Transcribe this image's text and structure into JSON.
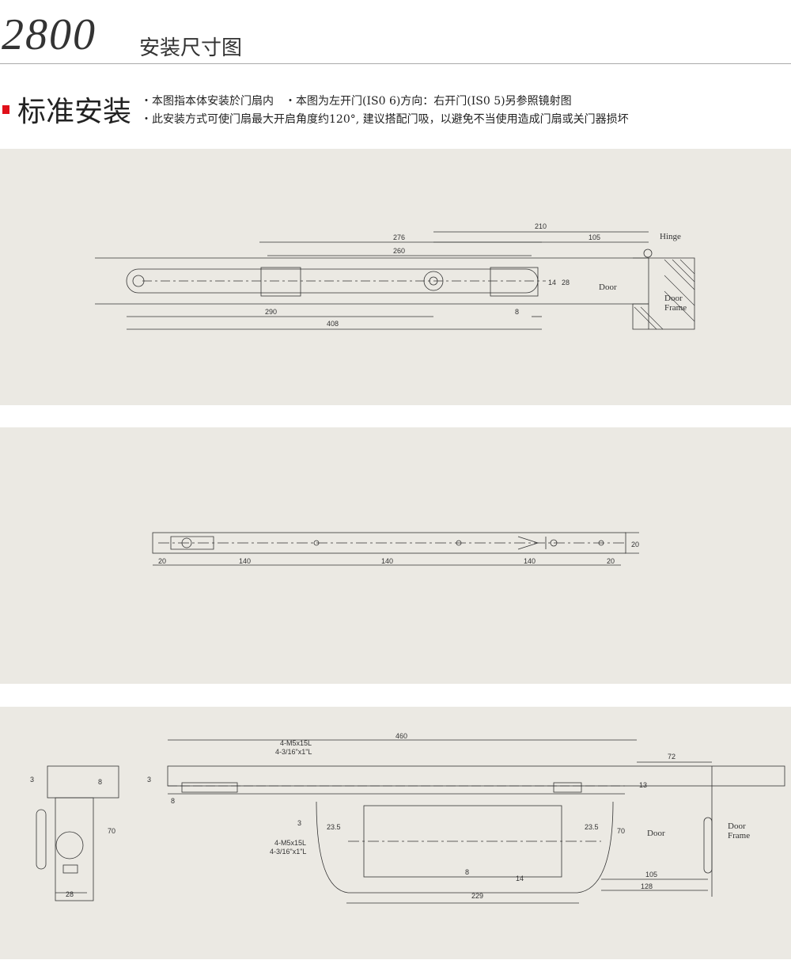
{
  "header": {
    "model": "2800",
    "subtitle": "安装尺寸图"
  },
  "section": {
    "title": "标准安装",
    "notes": [
      "・本图指本体安装於门扇内　・本图为左开门(IS0 6)方向：右开门(IS0 5)另参照镜射图",
      "・此安装方式可使门扇最大开启角度约120°, 建议搭配门吸，以避免不当使用造成门扇或关门器损坏"
    ]
  },
  "panel1": {
    "dims": [
      "210",
      "105",
      "276",
      "260",
      "14",
      "28",
      "290",
      "8",
      "408"
    ],
    "labels": {
      "hinge": "Hinge",
      "door": "Door",
      "door_frame_1": "Door",
      "door_frame_2": "Frame"
    }
  },
  "panel2": {
    "dims": [
      "20",
      "140",
      "140",
      "140",
      "20",
      "20"
    ]
  },
  "panel3": {
    "dims": [
      "3",
      "8",
      "70",
      "28",
      "3",
      "8",
      "460",
      "72",
      "13",
      "3",
      "23.5",
      "23.5",
      "70",
      "8",
      "14",
      "105",
      "128",
      "229"
    ],
    "screw_1a": "4-M5x15L",
    "screw_1b": "4-3/16\"x1\"L",
    "screw_2a": "4-M5x15L",
    "screw_2b": "4-3/16\"x1\"L",
    "labels": {
      "door": "Door",
      "door_frame_1": "Door",
      "door_frame_2": "Frame"
    }
  }
}
